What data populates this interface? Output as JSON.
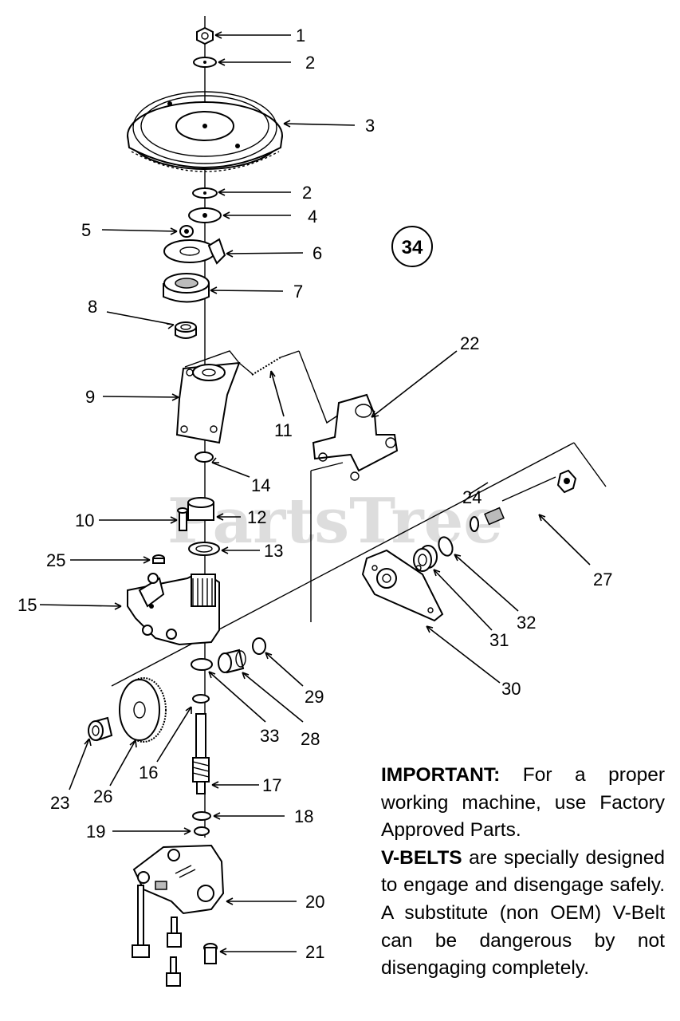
{
  "diagram_id": "34",
  "watermark": "PartsTree",
  "callouts": [
    "1",
    "2",
    "3",
    "2",
    "4",
    "5",
    "6",
    "7",
    "8",
    "9",
    "11",
    "22",
    "14",
    "10",
    "12",
    "13",
    "24",
    "25",
    "15",
    "27",
    "32",
    "31",
    "29",
    "30",
    "33",
    "28",
    "16",
    "23",
    "26",
    "17",
    "18",
    "19",
    "20",
    "21"
  ],
  "notice": {
    "important_heading": "IMPORTANT:",
    "important_text": "For a proper working machine, use Factory Approved Parts.",
    "vbelts_heading": "V-BELTS",
    "vbelts_text": "are specially designed to engage and disengage safely. A substitute (non OEM) V-Belt can be dangerous by not disengaging completely."
  }
}
